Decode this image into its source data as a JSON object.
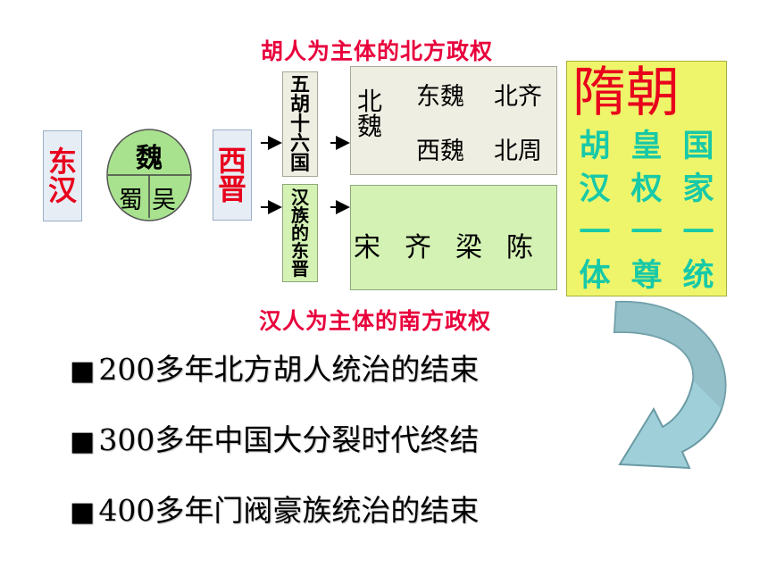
{
  "captions": {
    "north": "胡人为主体的北方政权",
    "south": "汉人为主体的南方政权"
  },
  "dong_han": [
    "东",
    "汉"
  ],
  "three_kingdoms": {
    "wei": "魏",
    "shu": "蜀",
    "wu": "吴"
  },
  "xi_jin": [
    "西",
    "晋"
  ],
  "wuhu": [
    "五",
    "胡",
    "十",
    "六",
    "国"
  ],
  "dong_jin": [
    "汉",
    "族",
    "的",
    "东",
    "晋"
  ],
  "north_dynasties": {
    "bei_wei": [
      "北",
      "魏"
    ],
    "dong_wei": "东魏",
    "bei_qi": "北齐",
    "xi_wei": "西魏",
    "bei_zhou": "北周"
  },
  "south_dynasties": [
    "宋",
    "齐",
    "梁",
    "陈"
  ],
  "sui": {
    "title": "隋朝",
    "columns": [
      [
        "胡",
        "汉",
        "一",
        "体"
      ],
      [
        "皇",
        "权",
        "一",
        "尊"
      ],
      [
        "国",
        "家",
        "一",
        "统"
      ]
    ]
  },
  "stats": [
    {
      "marker": "■",
      "text": "200多年北方胡人统治的结束"
    },
    {
      "marker": "■",
      "text": "300多年中国大分裂时代终结"
    },
    {
      "marker": "■",
      "text": "400多年门阀豪族统治的结束"
    }
  ],
  "colors": {
    "red": "#e8001c",
    "teal": "#18c9a8",
    "sui_bg": "#eef56a",
    "arrow_fill": "#9fcfd9"
  }
}
